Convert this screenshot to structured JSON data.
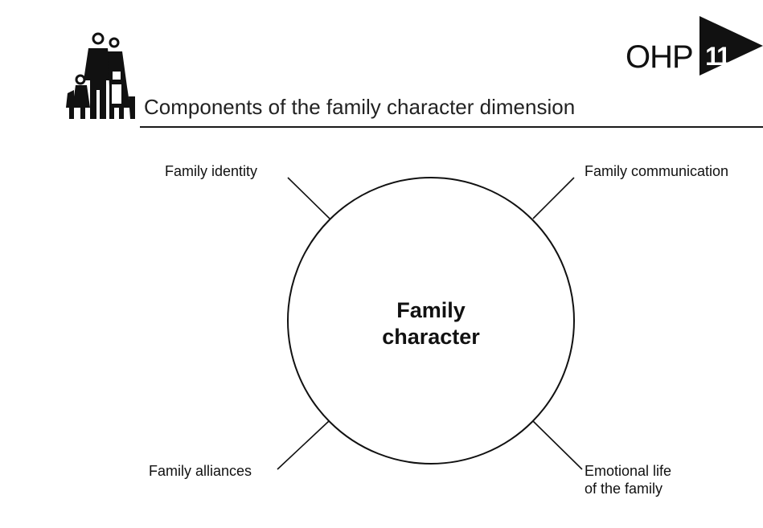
{
  "header": {
    "ohp_word": "OHP",
    "ohp_number": "11",
    "title": "Components of the family character dimension",
    "logo_icon": "family-group-icon"
  },
  "diagram": {
    "center": {
      "line1": "Family",
      "line2": "character"
    },
    "components": {
      "top_left": "Family identity",
      "top_right": "Family communication",
      "bottom_left": "Family alliances",
      "bottom_right_line1": "Emotional life",
      "bottom_right_line2": "of the family"
    }
  },
  "colors": {
    "ink": "#111111",
    "background": "#ffffff"
  }
}
